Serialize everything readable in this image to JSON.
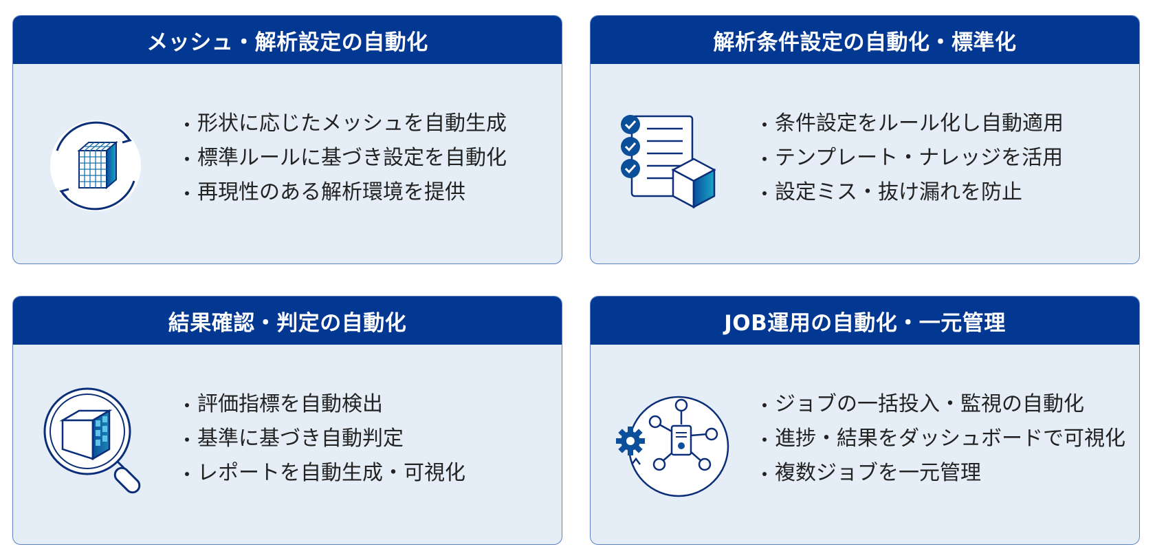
{
  "colors": {
    "header_bg": "#023891",
    "card_bg": "#e5eef7",
    "card_border": "#5b7fc4",
    "icon_stroke": "#0b2e78",
    "icon_accent": "#1670a8"
  },
  "cards": [
    {
      "title": "メッシュ・解析設定の自動化",
      "icon": "mesh-cube-cycle-icon",
      "bullets": [
        "形状に応じたメッシュを自動生成",
        "標準ルールに基づき設定を自動化",
        "再現性のある解析環境を提供"
      ]
    },
    {
      "title": "解析条件設定の自動化・標準化",
      "icon": "checklist-document-icon",
      "bullets": [
        "条件設定をルール化し自動適用",
        "テンプレート・ナレッジを活用",
        "設定ミス・抜け漏れを防止"
      ]
    },
    {
      "title": "結果確認・判定の自動化",
      "icon": "magnifier-cube-icon",
      "bullets": [
        "評価指標を自動検出",
        "基準に基づき自動判定",
        "レポートを自動生成・可視化"
      ]
    },
    {
      "title": "JOB運用の自動化・一元管理",
      "icon": "job-network-gear-icon",
      "bullets": [
        "ジョブの一括投入・監視の自動化",
        "進捗・結果をダッシュボードで可視化",
        "複数ジョブを一元管理"
      ]
    }
  ]
}
